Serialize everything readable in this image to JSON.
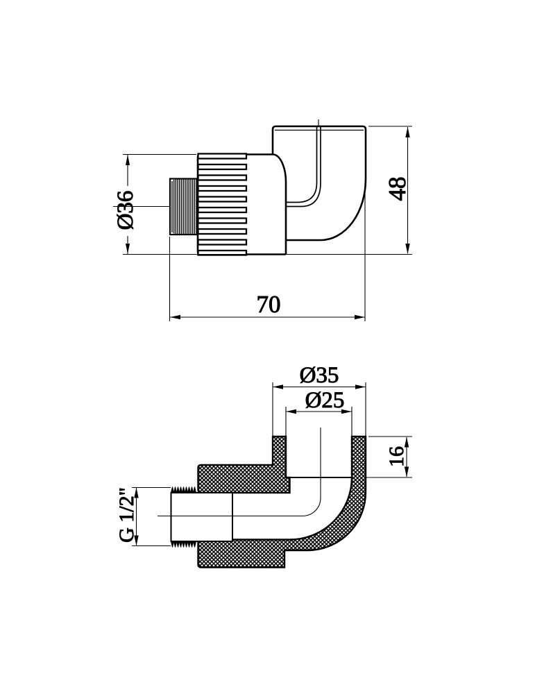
{
  "colors": {
    "background": "#ffffff",
    "line": "#000000"
  },
  "side_view": {
    "dims": {
      "collar_diameter": "Ø36",
      "total_height": "48",
      "total_length": "70"
    }
  },
  "section_view": {
    "dims": {
      "socket_outer_diameter": "Ø35",
      "socket_inner_diameter": "Ø25",
      "socket_depth": "16",
      "thread_size": "G 1/2\""
    }
  }
}
